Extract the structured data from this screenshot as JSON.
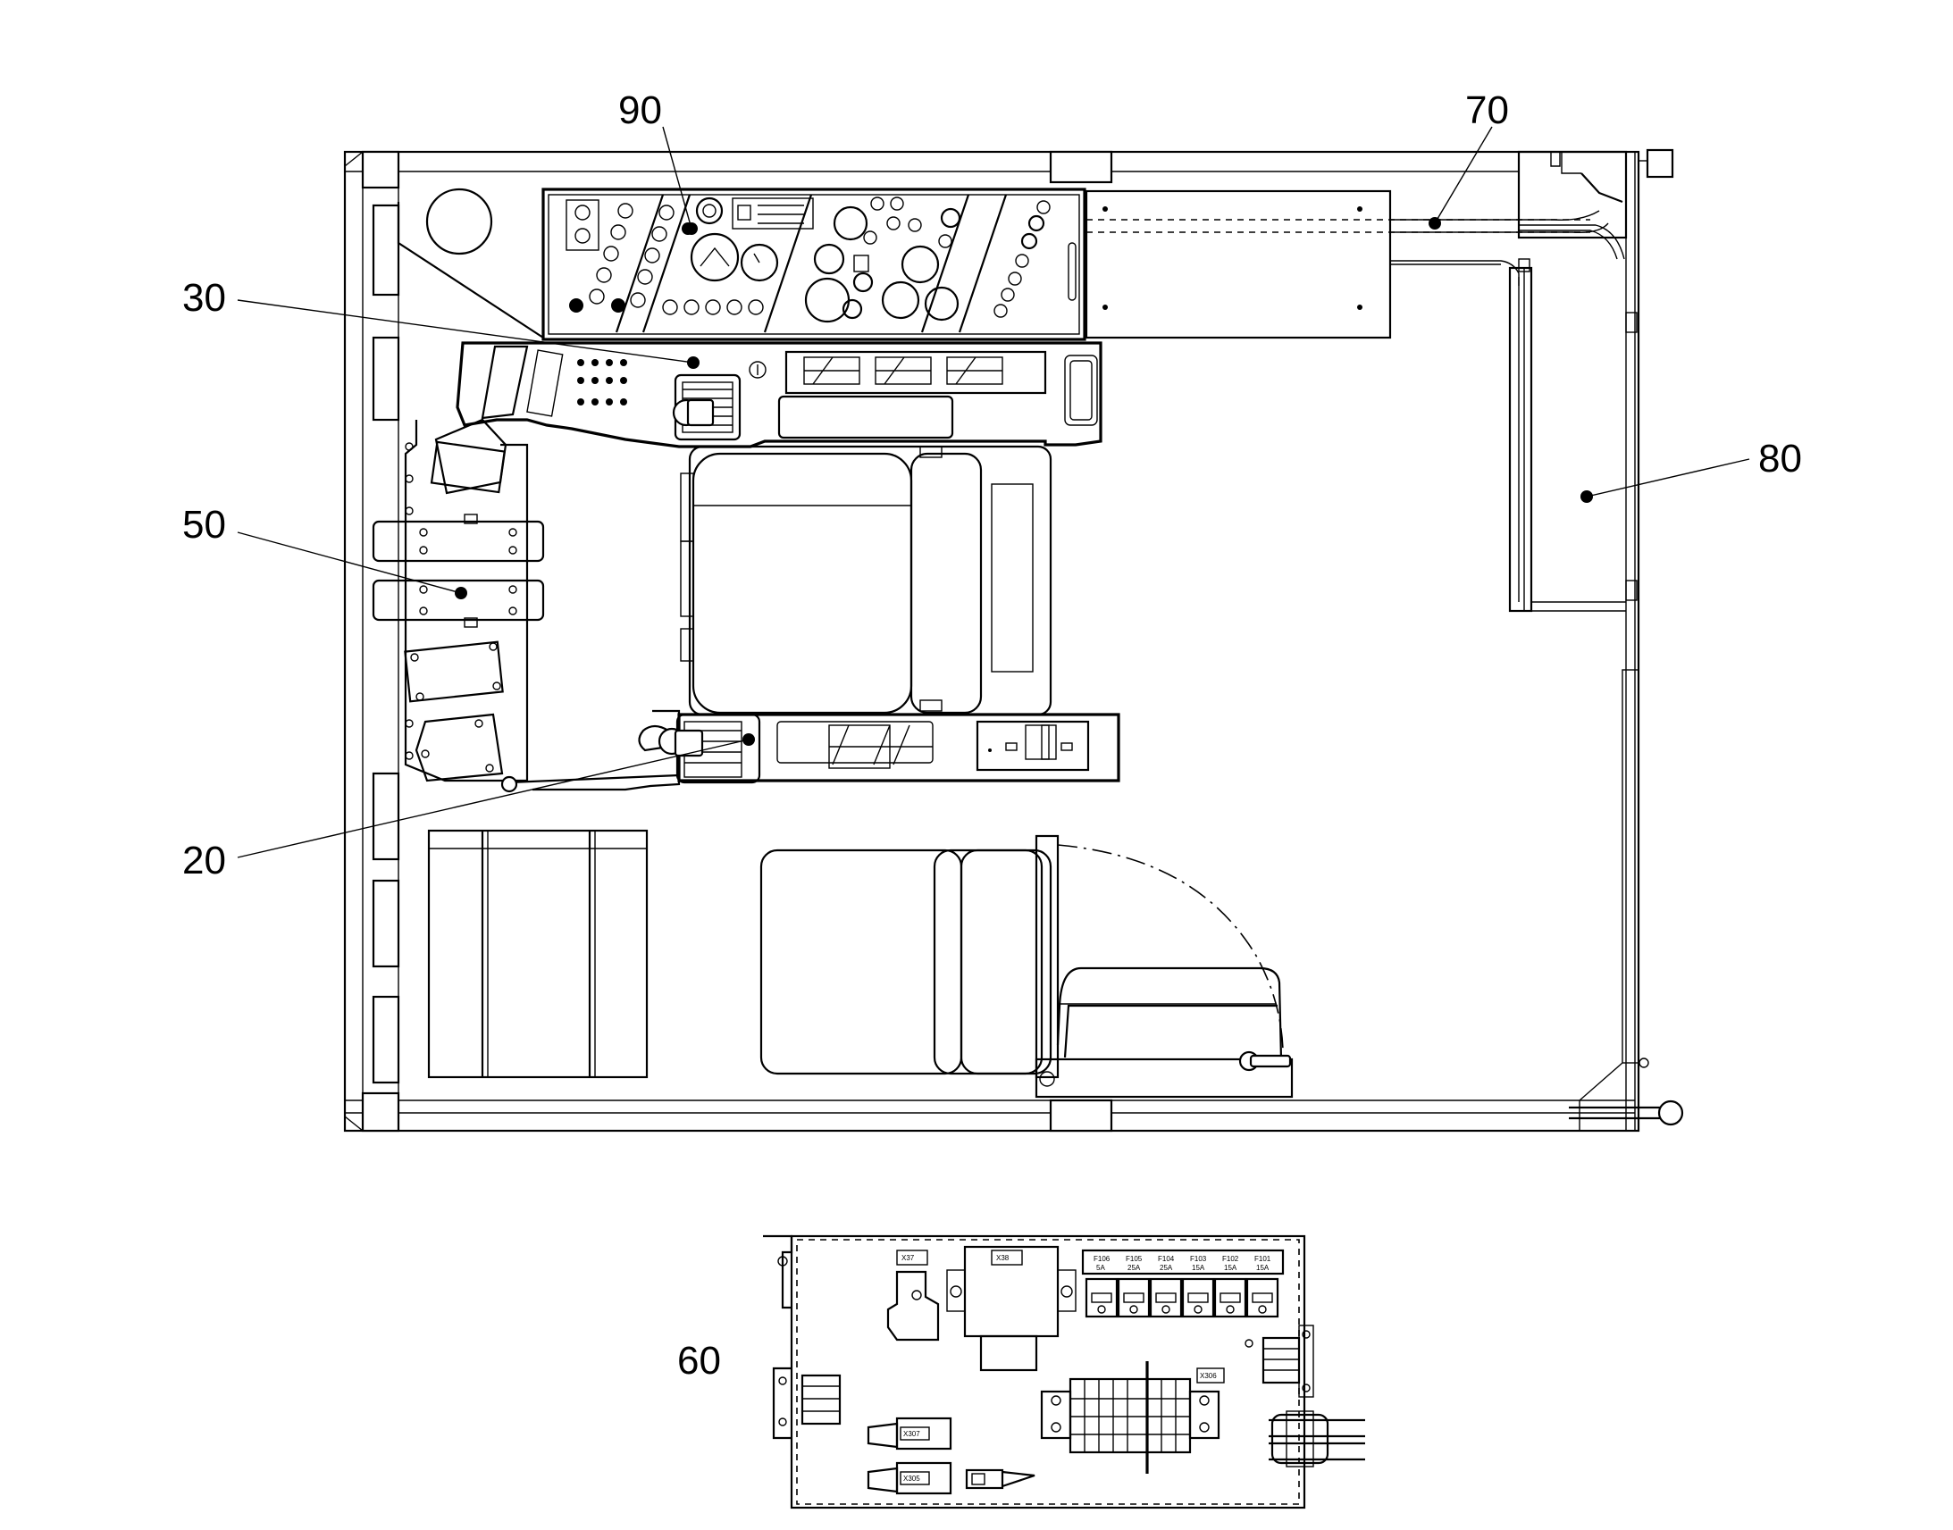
{
  "callouts": [
    {
      "id": "90",
      "label": "90"
    },
    {
      "id": "70",
      "label": "70"
    },
    {
      "id": "30",
      "label": "30"
    },
    {
      "id": "80",
      "label": "80"
    },
    {
      "id": "50",
      "label": "50"
    },
    {
      "id": "20",
      "label": "20"
    },
    {
      "id": "60",
      "label": "60"
    }
  ],
  "fuse_panel": {
    "relay_labels": [
      "X37",
      "X38"
    ],
    "fuse_ids": [
      "F106",
      "F105",
      "F104",
      "F103",
      "F102",
      "F101"
    ],
    "fuse_ratings": [
      "5A",
      "25A",
      "25A",
      "15A",
      "15A",
      "15A"
    ],
    "terminal_label": "X306",
    "connector_labels": [
      "X307",
      "X305"
    ]
  }
}
